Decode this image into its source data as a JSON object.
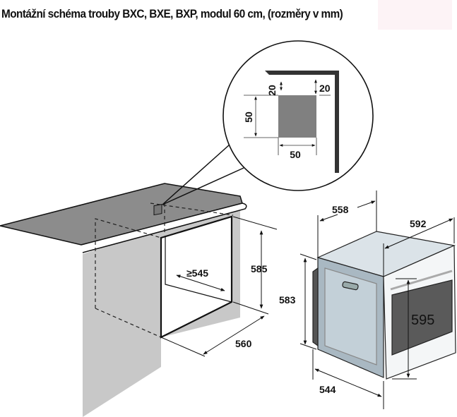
{
  "title": "Montážní schéma trouby BXC, BXE, BXP, modul 60 cm, (rozměry v mm)",
  "detail": {
    "top_offset": "20",
    "right_offset": "20",
    "height": "50",
    "width": "50"
  },
  "cabinet": {
    "depth": "≥545",
    "height": "585",
    "width": "560"
  },
  "oven": {
    "side_depth": "558",
    "total_depth": "592",
    "body_height": "583",
    "front_height": "595",
    "body_width": "544"
  },
  "colors": {
    "counter": "#8c8c8c",
    "wall": "#c8c8c8",
    "oven_side": "#b9c7d0",
    "window": "#5a5a5a"
  }
}
